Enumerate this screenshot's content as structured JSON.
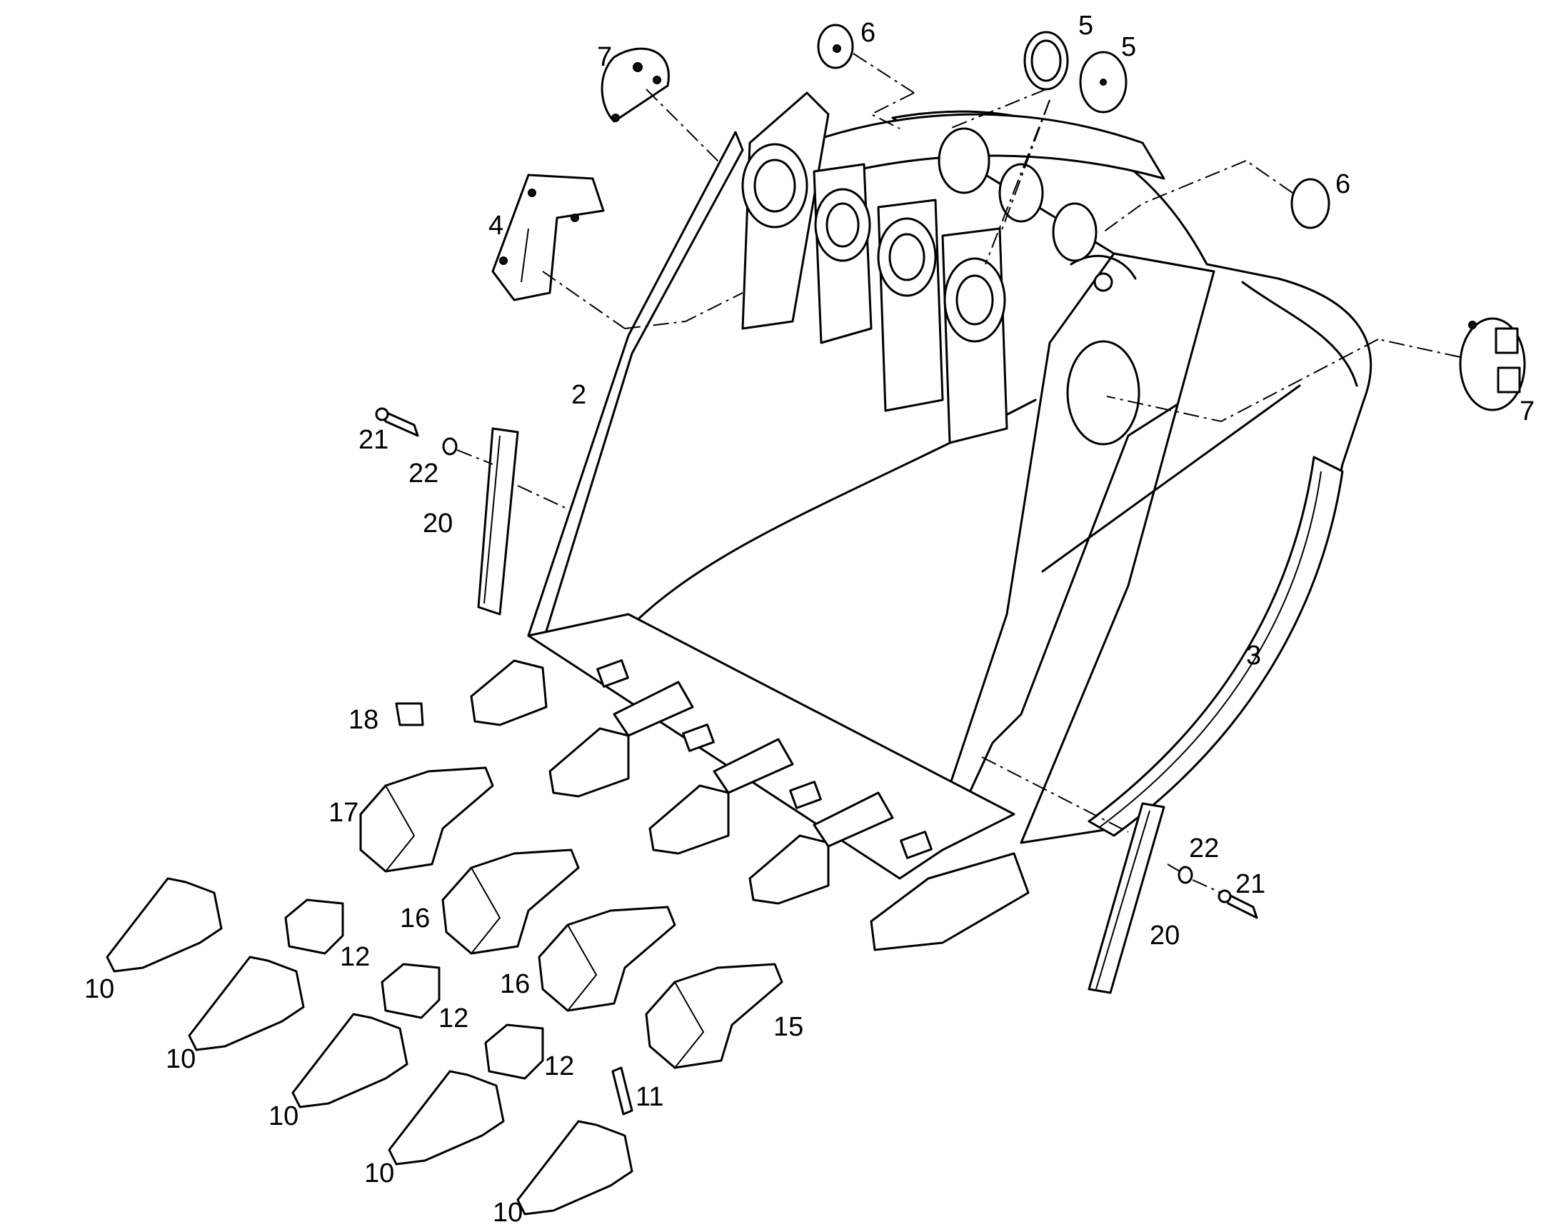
{
  "diagram": {
    "callouts": [
      {
        "id": "c2",
        "text": "2"
      },
      {
        "id": "c3",
        "text": "3"
      },
      {
        "id": "c4",
        "text": "4"
      },
      {
        "id": "c5a",
        "text": "5"
      },
      {
        "id": "c5b",
        "text": "5"
      },
      {
        "id": "c6a",
        "text": "6"
      },
      {
        "id": "c6b",
        "text": "6"
      },
      {
        "id": "c7a",
        "text": "7"
      },
      {
        "id": "c7b",
        "text": "7"
      },
      {
        "id": "c10a",
        "text": "10"
      },
      {
        "id": "c10b",
        "text": "10"
      },
      {
        "id": "c10c",
        "text": "10"
      },
      {
        "id": "c10d",
        "text": "10"
      },
      {
        "id": "c10e",
        "text": "10"
      },
      {
        "id": "c11",
        "text": "11"
      },
      {
        "id": "c12a",
        "text": "12"
      },
      {
        "id": "c12b",
        "text": "12"
      },
      {
        "id": "c12c",
        "text": "12"
      },
      {
        "id": "c15",
        "text": "15"
      },
      {
        "id": "c16a",
        "text": "16"
      },
      {
        "id": "c16b",
        "text": "16"
      },
      {
        "id": "c17",
        "text": "17"
      },
      {
        "id": "c18",
        "text": "18"
      },
      {
        "id": "c20a",
        "text": "20"
      },
      {
        "id": "c20b",
        "text": "20"
      },
      {
        "id": "c21a",
        "text": "21"
      },
      {
        "id": "c21b",
        "text": "21"
      },
      {
        "id": "c22a",
        "text": "22"
      },
      {
        "id": "c22b",
        "text": "22"
      }
    ]
  }
}
